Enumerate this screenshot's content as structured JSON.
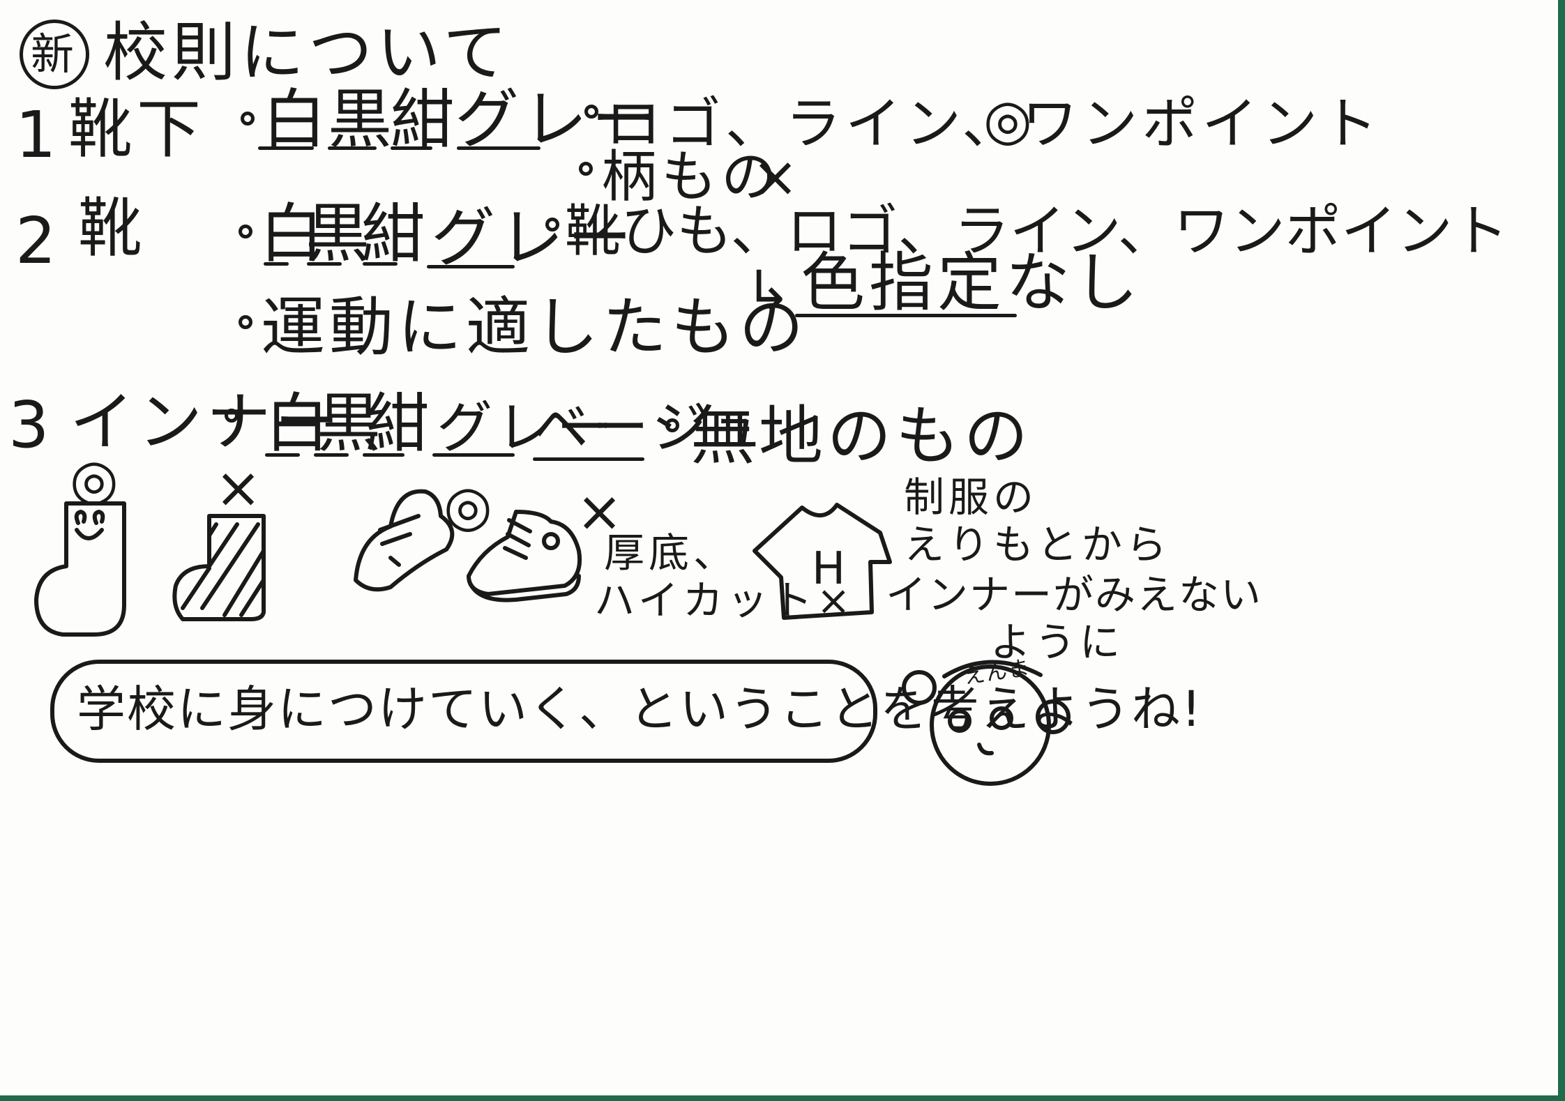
{
  "title": {
    "circled": "新",
    "text": "校則について"
  },
  "items": [
    {
      "num": "1",
      "name": "靴下",
      "colors": [
        "白",
        "黒",
        "紺",
        "グレー"
      ],
      "note1": "ロゴ、ライン、ワンポイント",
      "note1_mark": "◎",
      "note2": "柄もの",
      "note2_mark": "×"
    },
    {
      "num": "2",
      "name": "靴",
      "colors": [
        "白",
        "黒",
        "紺",
        "グレー"
      ],
      "note1": "靴ひも、ロゴ、ライン、ワンポイント",
      "arrow_note": "色指定なし",
      "note2": "運動に適したもの"
    },
    {
      "num": "3",
      "name": "インナー",
      "colors": [
        "白",
        "黒",
        "紺",
        "グレー",
        "ベージュ"
      ],
      "note1": "無地のもの"
    }
  ],
  "illustrations": {
    "sock_ok_mark": "◎",
    "sock_ng_mark": "×",
    "shoe_ok_mark": "◎",
    "shoe_ng_mark": "×",
    "shoe_ng_note_1": "厚底、",
    "shoe_ng_note_2": "ハイカット×",
    "shirt_letter": "H",
    "shirt_note": [
      "制服の",
      "えりもとから",
      "インナーがみえない",
      "ように"
    ]
  },
  "speech": {
    "text": "学校に身につけていく、ということを考えようね!",
    "character_headband": "えんま"
  }
}
